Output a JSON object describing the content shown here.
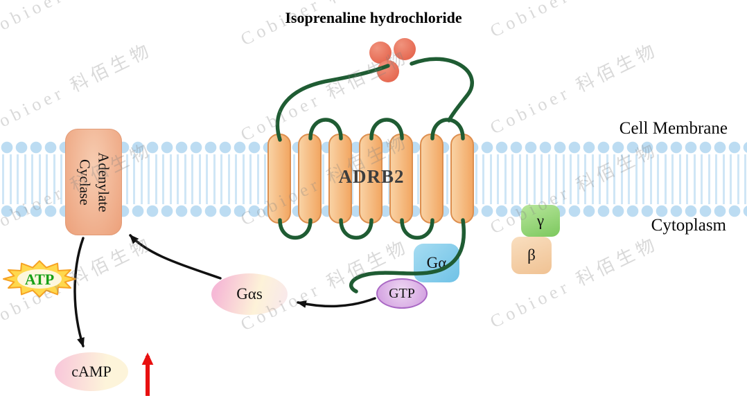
{
  "title": "Isoprenaline hydrochloride",
  "watermark": {
    "text": "Cobioer  科佰生物"
  },
  "labels": {
    "cell_membrane": "Cell Membrane",
    "cytoplasm": "Cytoplasm"
  },
  "receptor": {
    "name": "ADRB2"
  },
  "molecules": {
    "adenylate_cyclase_line1": "Adenylate",
    "adenylate_cyclase_line2": "Cyclase",
    "g_alpha": "Gα",
    "gtp": "GTP",
    "g_alpha_s": "Gαs",
    "gamma": "γ",
    "beta": "β",
    "atp": "ATP",
    "camp": "cAMP"
  },
  "palette": {
    "membrane_blue": "#bcdcf2",
    "helix_orange": "#f2a763",
    "loop_green": "#1f5c33",
    "ligand_red": "#e96a52",
    "g_alpha_blue": "#7ec6e6",
    "gtp_purple": "#cf98de",
    "gas_pink": "#f6b9d6",
    "gamma_green": "#8fd06e",
    "beta_tan": "#f0c293",
    "atp_text_green": "#17a017",
    "star_yellow": "#ffd84d",
    "arrow_red": "#e81010",
    "arrow_black": "#111111"
  }
}
